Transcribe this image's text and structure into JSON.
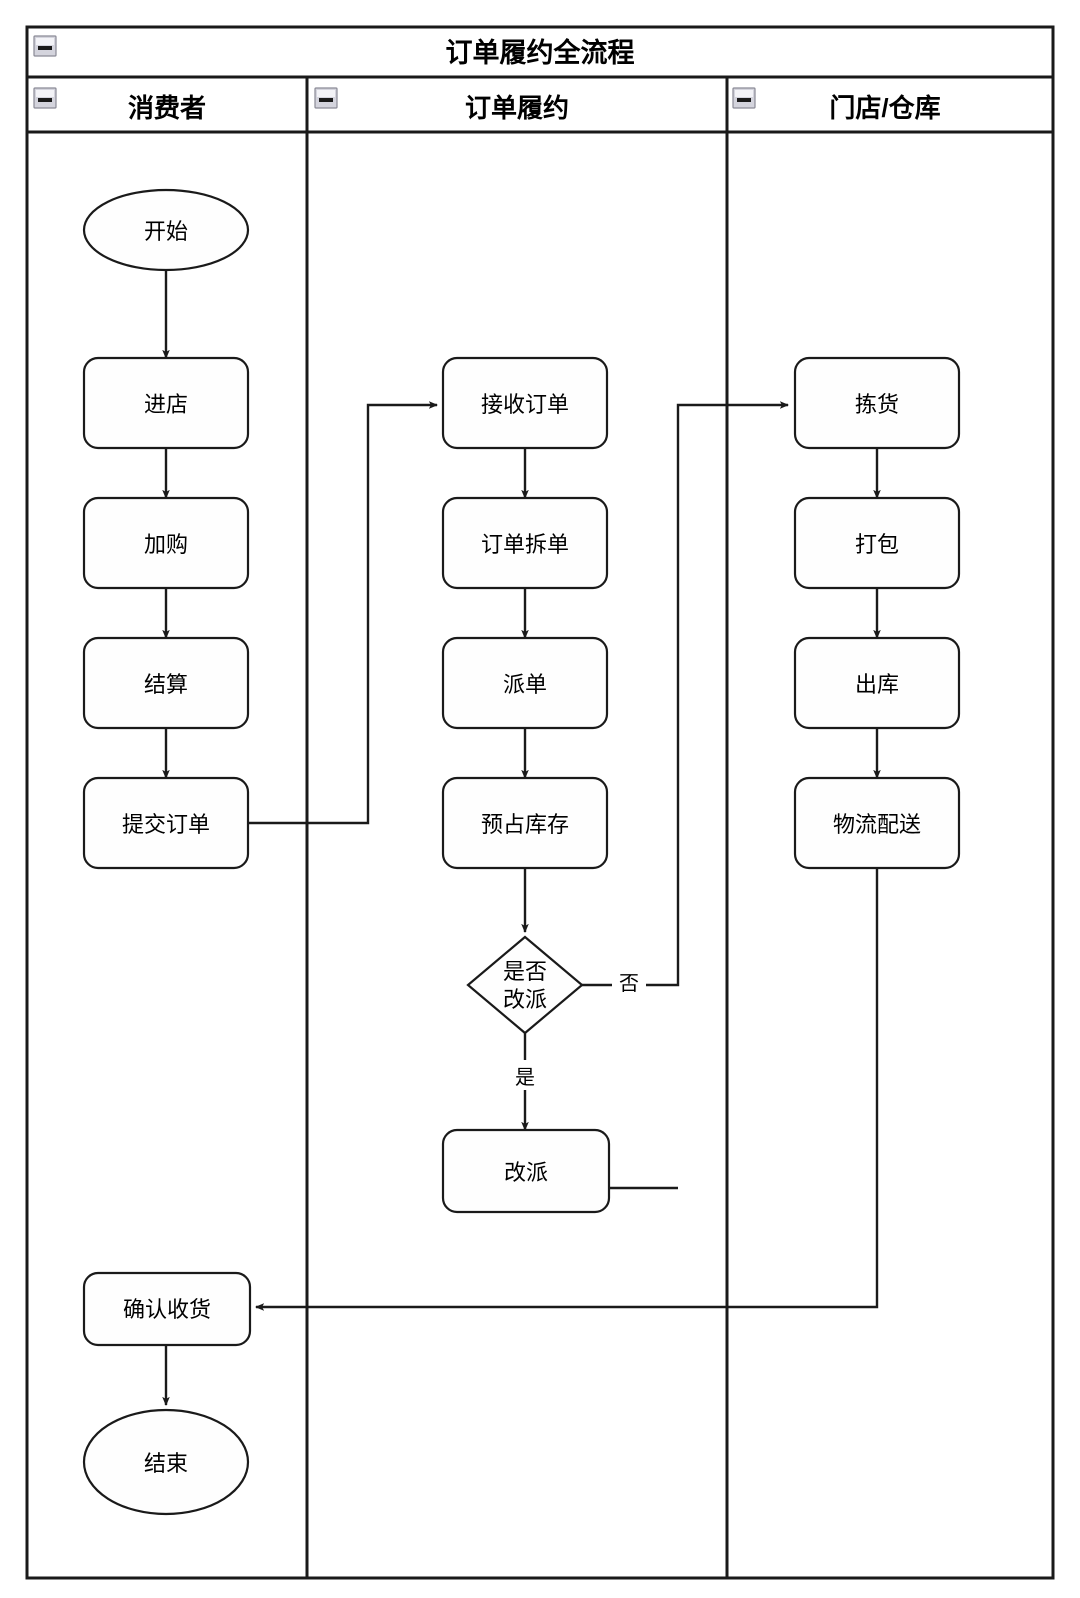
{
  "diagram": {
    "pool_title": "订单履约全流程",
    "type": "swimlane-flowchart",
    "lanes": [
      {
        "id": "consumer",
        "label": "消费者"
      },
      {
        "id": "fulfillment",
        "label": "订单履约"
      },
      {
        "id": "store",
        "label": "门店/仓库"
      }
    ],
    "collapse_icons": {
      "pool": "collapse-minus-icon",
      "lane_consumer": "collapse-minus-icon",
      "lane_fulfillment": "collapse-minus-icon",
      "lane_store": "collapse-minus-icon"
    },
    "nodes": [
      {
        "id": "start",
        "lane": "consumer",
        "shape": "ellipse",
        "label": "开始"
      },
      {
        "id": "enter_shop",
        "lane": "consumer",
        "shape": "rounded",
        "label": "进店"
      },
      {
        "id": "add_cart",
        "lane": "consumer",
        "shape": "rounded",
        "label": "加购"
      },
      {
        "id": "checkout",
        "lane": "consumer",
        "shape": "rounded",
        "label": "结算"
      },
      {
        "id": "submit",
        "lane": "consumer",
        "shape": "rounded",
        "label": "提交订单"
      },
      {
        "id": "confirm",
        "lane": "consumer",
        "shape": "rounded",
        "label": "确认收货"
      },
      {
        "id": "end",
        "lane": "consumer",
        "shape": "ellipse",
        "label": "结束"
      },
      {
        "id": "receive",
        "lane": "fulfillment",
        "shape": "rounded",
        "label": "接收订单"
      },
      {
        "id": "split",
        "lane": "fulfillment",
        "shape": "rounded",
        "label": "订单拆单"
      },
      {
        "id": "dispatch",
        "lane": "fulfillment",
        "shape": "rounded",
        "label": "派单"
      },
      {
        "id": "reserve",
        "lane": "fulfillment",
        "shape": "rounded",
        "label": "预占库存"
      },
      {
        "id": "decide",
        "lane": "fulfillment",
        "shape": "diamond",
        "label_line1": "是否",
        "label_line2": "改派"
      },
      {
        "id": "redispatch",
        "lane": "fulfillment",
        "shape": "rounded",
        "label": "改派"
      },
      {
        "id": "pick",
        "lane": "store",
        "shape": "rounded",
        "label": "拣货"
      },
      {
        "id": "pack",
        "lane": "store",
        "shape": "rounded",
        "label": "打包"
      },
      {
        "id": "outbound",
        "lane": "store",
        "shape": "rounded",
        "label": "出库"
      },
      {
        "id": "delivery",
        "lane": "store",
        "shape": "rounded",
        "label": "物流配送"
      }
    ],
    "edges": [
      {
        "from": "start",
        "to": "enter_shop",
        "label": ""
      },
      {
        "from": "enter_shop",
        "to": "add_cart",
        "label": ""
      },
      {
        "from": "add_cart",
        "to": "checkout",
        "label": ""
      },
      {
        "from": "checkout",
        "to": "submit",
        "label": ""
      },
      {
        "from": "submit",
        "to": "receive",
        "label": ""
      },
      {
        "from": "receive",
        "to": "split",
        "label": ""
      },
      {
        "from": "split",
        "to": "dispatch",
        "label": ""
      },
      {
        "from": "dispatch",
        "to": "reserve",
        "label": ""
      },
      {
        "from": "reserve",
        "to": "decide",
        "label": ""
      },
      {
        "from": "decide",
        "to": "pick",
        "label": "否"
      },
      {
        "from": "decide",
        "to": "redispatch",
        "label": "是"
      },
      {
        "from": "redispatch",
        "to": "pick",
        "label": ""
      },
      {
        "from": "pick",
        "to": "pack",
        "label": ""
      },
      {
        "from": "pack",
        "to": "outbound",
        "label": ""
      },
      {
        "from": "outbound",
        "to": "delivery",
        "label": ""
      },
      {
        "from": "delivery",
        "to": "confirm",
        "label": ""
      },
      {
        "from": "confirm",
        "to": "end",
        "label": ""
      }
    ],
    "edge_labels": {
      "no": "否",
      "yes": "是"
    },
    "colors": {
      "stroke": "#1a1a1a",
      "node_fill": "#fefefe",
      "background": "#ffffff",
      "collapse_icon_fill": "#d4d4dd"
    }
  }
}
